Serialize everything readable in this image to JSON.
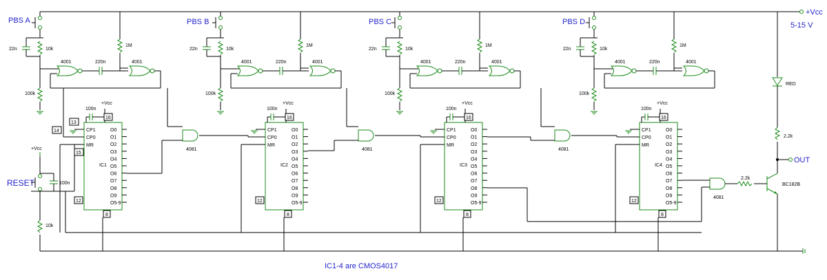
{
  "labels": {
    "pbs": [
      "PBS A",
      "PBS B",
      "PBS C",
      "PBS D"
    ],
    "reset": "RESET",
    "vcc_out": "+Vcc",
    "voltage": "5-15 V",
    "out": "OUT",
    "footer": "IC1-4 are CMOS4017",
    "led": "RED",
    "transistor": "BC182B",
    "r_led": "2.2k",
    "r_base": "2.2k",
    "r_reset": "10k",
    "c_reset": "100n",
    "vcc_small": "+Vcc"
  },
  "stage": {
    "c_in": "22n",
    "r_in": "10k",
    "r_pd": "100k",
    "r_fb": "1M",
    "c_mid": "220n",
    "gate": "4001"
  },
  "and_gate": "4081",
  "counter": {
    "names": [
      "IC1",
      "IC2",
      "IC3",
      "IC4"
    ],
    "pins_left": [
      "CP1",
      "CP0",
      "MR"
    ],
    "pins_right": [
      "O0",
      "O1",
      "O2",
      "O3",
      "O4",
      "O5",
      "O6",
      "O7",
      "O8",
      "O9",
      "O5-9"
    ],
    "decap": "100n",
    "pin16": "16",
    "pin8": "8",
    "pin12": "12"
  },
  "pin_numbers": {
    "p13": "13",
    "p14": "14",
    "p15": "15"
  }
}
